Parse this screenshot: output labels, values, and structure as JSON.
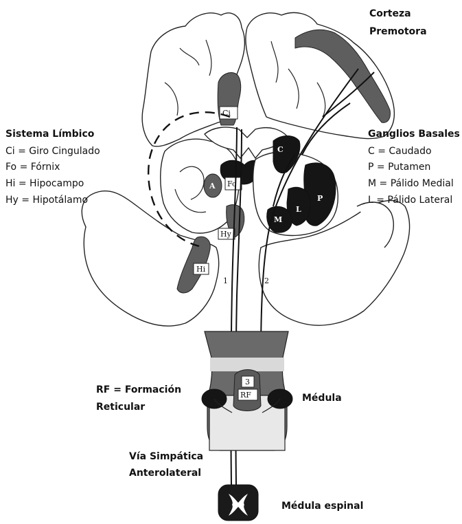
{
  "labels": {
    "cortex_premotor_l1": "Corteza",
    "cortex_premotor_l2": "Premotora",
    "limbic_title": "Sistema Límbico",
    "limbic_ci": "Ci = Giro Cingulado",
    "limbic_fo": "Fo = Fórnix",
    "limbic_hi": "Hi = Hipocampo",
    "limbic_hy": "Hy = Hipotálamo",
    "basal_title": "Ganglios Basales",
    "basal_c": "C = Caudado",
    "basal_p": "P = Putamen",
    "basal_m": "M = Pálido Medial",
    "basal_l": "L = Pálido Lateral",
    "rf_l1": "RF = Formación",
    "rf_l2": "Reticular",
    "medulla": "Médula",
    "sympathetic_l1": "Vía Simpática",
    "sympathetic_l2": "Anterolateral",
    "spinal_cord": "Médula espinal"
  },
  "tags": {
    "ci": "Ci",
    "fo": "Fo",
    "a": "A",
    "hy": "Hy",
    "hi": "Hi",
    "c": "C",
    "p": "P",
    "l": "L",
    "m": "M",
    "rf": "RF",
    "path1": "1",
    "path2": "2",
    "path3": "3"
  }
}
